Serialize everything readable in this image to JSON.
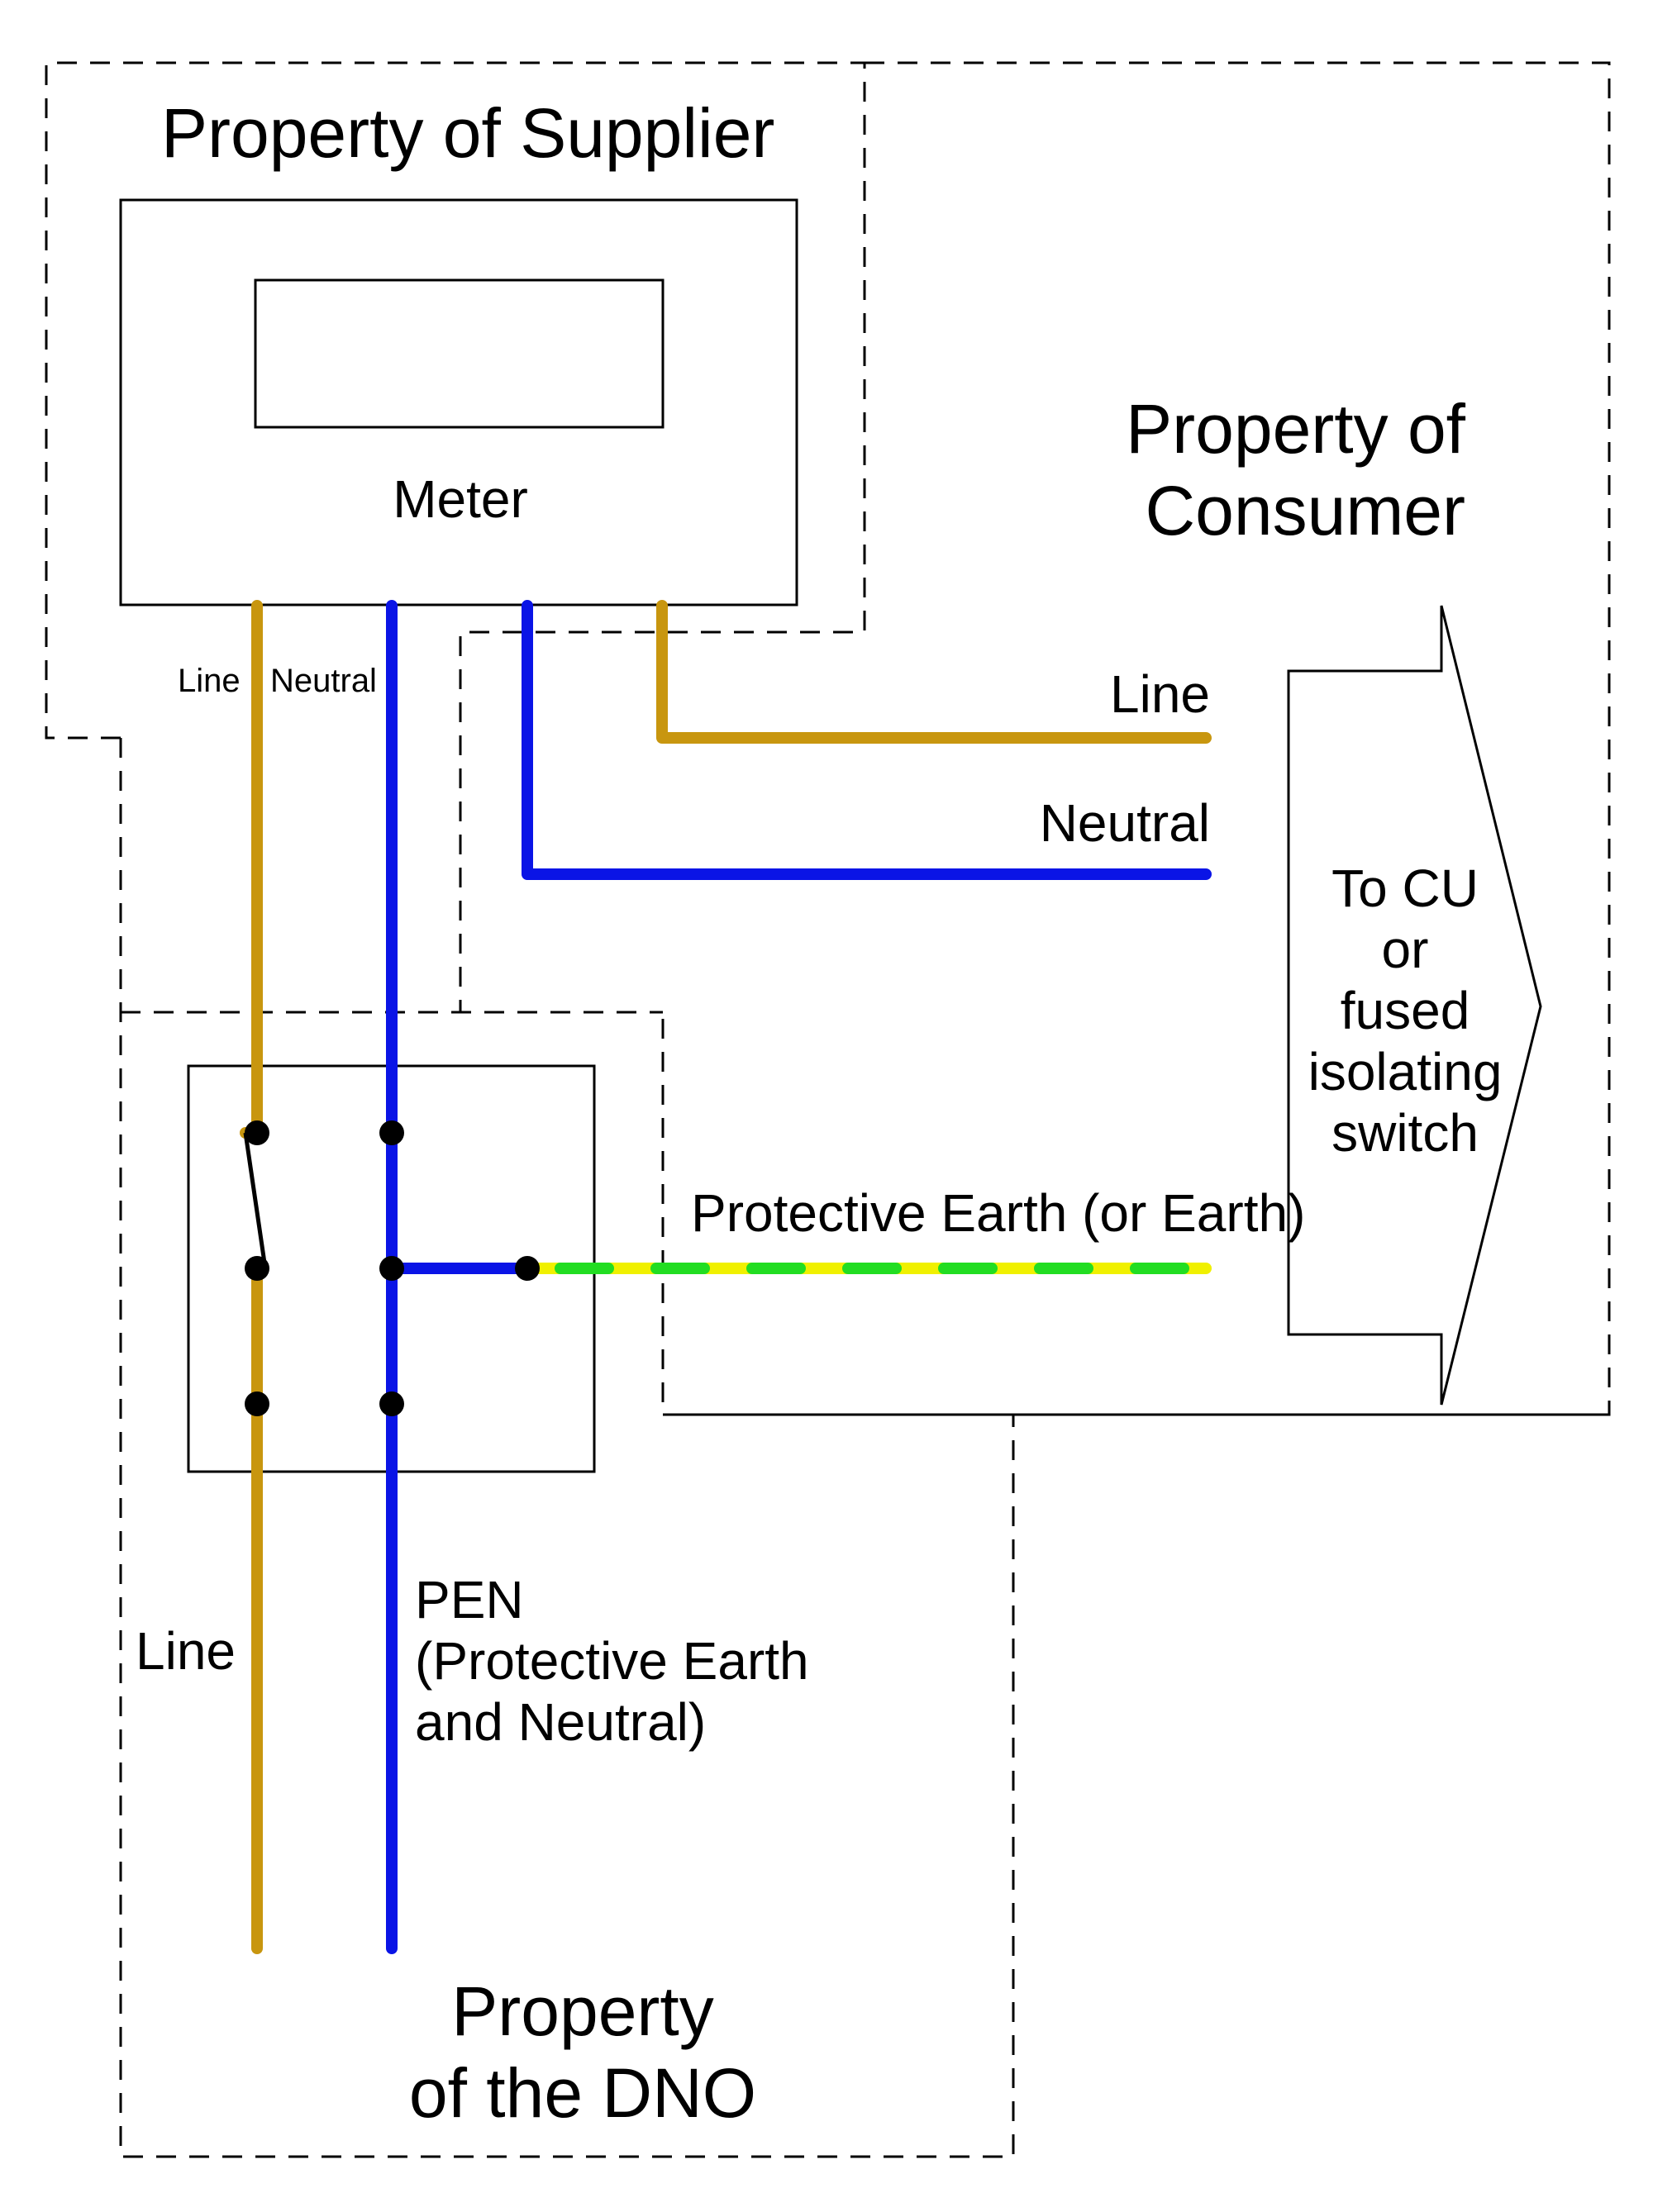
{
  "colors": {
    "line_wire": "#C8960F",
    "neutral_wire": "#0A14E6",
    "earth_green": "#22DD22",
    "earth_yellow": "#F0F000",
    "outline": "#000000",
    "background": "#FFFFFF"
  },
  "supplier": {
    "title": "Property of Supplier",
    "meter_label": "Meter",
    "line_label": "Line",
    "neutral_label": "Neutral"
  },
  "consumer": {
    "title_line1": "Property of",
    "title_line2": "Consumer",
    "line_label": "Line",
    "neutral_label": "Neutral",
    "earth_label": "Protective Earth (or Earth)",
    "arrow_text": [
      "To CU",
      "or",
      "fused",
      "isolating",
      "switch"
    ]
  },
  "dno": {
    "line_label": "Line",
    "pen_label_line1": "PEN",
    "pen_label_line2": "(Protective Earth",
    "pen_label_line3": "and Neutral)",
    "title_line1": "Property",
    "title_line2": "of the DNO"
  }
}
